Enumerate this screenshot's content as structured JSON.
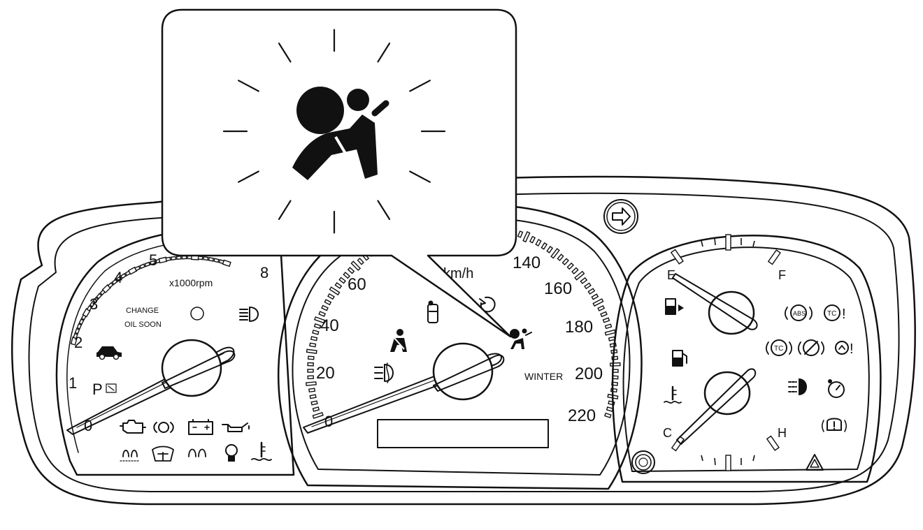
{
  "tachometer": {
    "unit": "x1000rpm",
    "labels": [
      "0",
      "1",
      "2",
      "3",
      "4",
      "5",
      "8"
    ],
    "change_oil": [
      "CHANGE",
      "OIL SOON"
    ],
    "gear_indicator": "P"
  },
  "speedometer": {
    "unit": "km/h",
    "labels": [
      "0",
      "20",
      "40",
      "60",
      "140",
      "160",
      "180",
      "200",
      "220"
    ],
    "winter_label": "WINTER"
  },
  "fuel_gauge": {
    "empty": "E",
    "full": "F"
  },
  "temp_gauge": {
    "cold": "C",
    "hot": "H"
  },
  "callout": {
    "icon": "airbag-warning-icon",
    "state": "flashing"
  },
  "warning_lights": {
    "tach": [
      "car-icon",
      "check-engine-icon",
      "rear-lamp-icon",
      "battery-icon",
      "oil-pressure-icon",
      "glow-plug-icon",
      "windshield-icon",
      "glow-plug-icon-2",
      "bulb-icon",
      "coolant-temp-icon",
      "headlamp-icon",
      "p-brake-icon"
    ],
    "speedo": [
      "seatbelt-icon",
      "door-open-icon",
      "cruise-icon",
      "airbag-icon",
      "front-fog-icon"
    ],
    "right": [
      "fuel-door-icon",
      "fuel-icon",
      "abs-icon",
      "traction-control-warning-icon",
      "traction-control-icon",
      "traction-control-off-icon",
      "tire-pressure-icon",
      "high-beam-icon",
      "service-icon",
      "coolant-icon",
      "hazard-icon",
      "turn-signal-icon"
    ]
  }
}
